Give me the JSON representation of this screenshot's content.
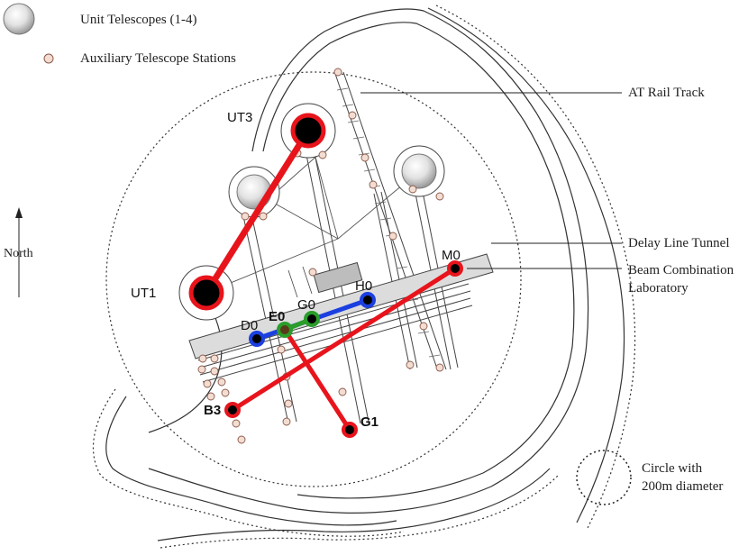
{
  "legend": {
    "unit_telescopes": "Unit Telescopes (1-4)",
    "aux_stations": "Auxiliary Telescope Stations"
  },
  "annotations": {
    "north": "North",
    "rail_track": "AT Rail Track",
    "delay_line": "Delay Line Tunnel",
    "beam_combination_line1": "Beam Combination",
    "beam_combination_line2": "Laboratory",
    "circle_line1": "Circle with",
    "circle_line2": "200m diameter"
  },
  "stations": {
    "ut3": "UT3",
    "ut1": "UT1",
    "m0": "M0",
    "h0": "H0",
    "g0": "G0",
    "e0": "E0",
    "d0": "D0",
    "b3": "B3",
    "g1": "G1"
  },
  "colors": {
    "red_baseline": "#e8141c",
    "blue_baseline": "#1b3fe0",
    "green_baseline": "#2a9d2a",
    "aux_fill": "#f3ddd2",
    "tunnel_fill": "#dcdcdc"
  }
}
